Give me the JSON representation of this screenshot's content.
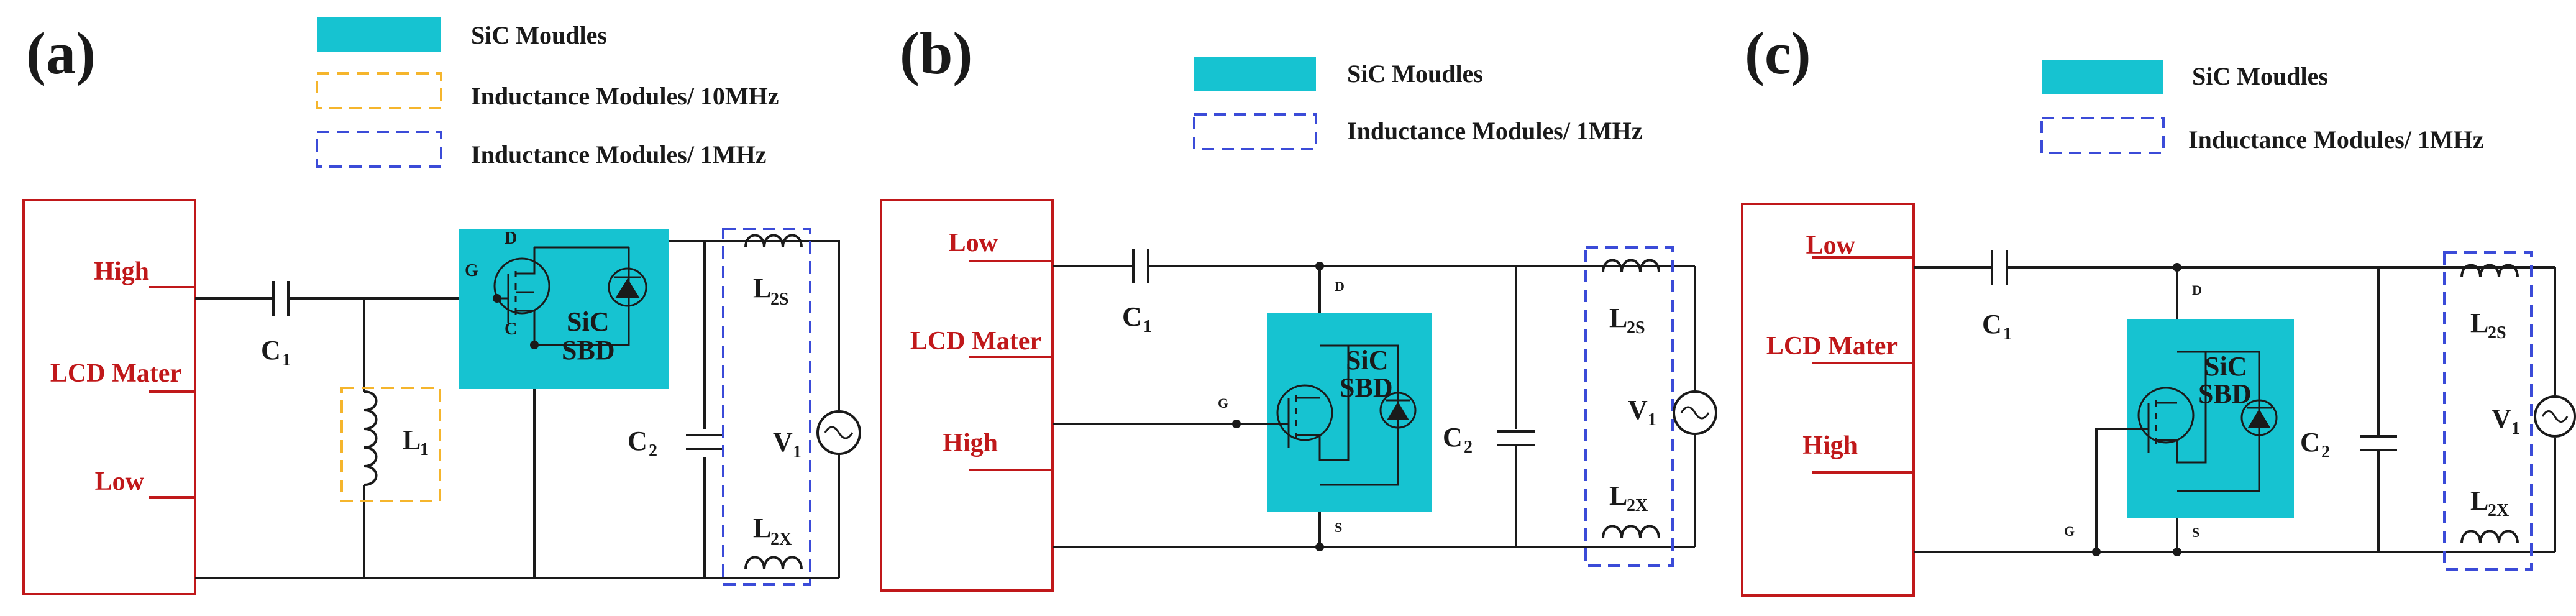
{
  "colors": {
    "sic_module_fill": "#16c3d1",
    "inductance_10mhz_border": "#f5b52c",
    "inductance_1mhz_border": "#3b4bd8",
    "source_box": "#c0181a"
  },
  "panels": [
    {
      "label": "(a)",
      "legend": [
        "SiC Moudles",
        "Inductance Modules/ 10MHz",
        "Inductance Modules/ 1MHz"
      ],
      "source": {
        "top": "High",
        "middle": "LCD Mater",
        "bottom": "Low"
      },
      "c1": {
        "main": "C",
        "sub": "1"
      },
      "l1": {
        "main": "L",
        "sub": "1"
      },
      "c2": {
        "main": "C",
        "sub": "2"
      },
      "v1": {
        "main": "V",
        "sub": "1"
      },
      "l2s": {
        "main": "L",
        "sub": "2S"
      },
      "l2x": {
        "main": "L",
        "sub": "2X"
      },
      "sic_label": "SiC",
      "sbd_label": "SBD",
      "pin_d": "D",
      "pin_g": "G",
      "pin_c": "C"
    },
    {
      "label": "(b)",
      "legend": [
        "SiC Moudles",
        "Inductance Modules/ 1MHz"
      ],
      "source": {
        "top": "Low",
        "middle": "LCD Mater",
        "bottom": "High"
      },
      "c1": {
        "main": "C",
        "sub": "1"
      },
      "c2": {
        "main": "C",
        "sub": "2"
      },
      "v1": {
        "main": "V",
        "sub": "1"
      },
      "l2s": {
        "main": "L",
        "sub": "2S"
      },
      "l2x": {
        "main": "L",
        "sub": "2X"
      },
      "sic_label": "SiC",
      "sbd_label": "SBD",
      "pin_d": "D",
      "pin_g": "G",
      "pin_s": "S"
    },
    {
      "label": "(c)",
      "legend": [
        "SiC Moudles",
        "Inductance Modules/ 1MHz"
      ],
      "source": {
        "top": "Low",
        "middle": "LCD Mater",
        "bottom": "High"
      },
      "c1": {
        "main": "C",
        "sub": "1"
      },
      "c2": {
        "main": "C",
        "sub": "2"
      },
      "v1": {
        "main": "V",
        "sub": "1"
      },
      "l2s": {
        "main": "L",
        "sub": "2S"
      },
      "l2x": {
        "main": "L",
        "sub": "2X"
      },
      "sic_label": "SiC",
      "sbd_label": "SBD",
      "pin_d": "D",
      "pin_g": "G",
      "pin_s": "S"
    }
  ]
}
